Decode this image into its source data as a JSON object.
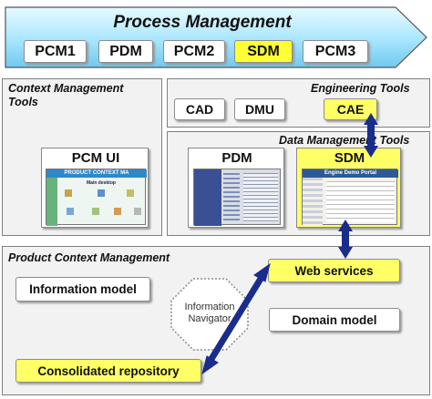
{
  "process": {
    "title": "Process Management",
    "items": [
      "PCM1",
      "PDM",
      "PCM2",
      "SDM",
      "PCM3"
    ],
    "highlight_color": "#ffff33"
  },
  "context": {
    "title_line1": "Context Management",
    "title_line2": "Tools",
    "pcm_ui_label": "PCM UI",
    "screen_banner": "PRODUCT CONTEXT MA",
    "screen_subtitle": "Main desktop"
  },
  "engineering": {
    "title": "Engineering Tools",
    "items": [
      "CAD",
      "DMU",
      "CAE"
    ]
  },
  "data_management": {
    "title": "Data Management Tools",
    "items": [
      "PDM",
      "SDM"
    ],
    "sdm_screen_banner": "Engine Demo Portal"
  },
  "product_context": {
    "title": "Product Context Management",
    "web_services": "Web services",
    "information_model": "Information model",
    "domain_model": "Domain model",
    "consolidated_repository": "Consolidated repository",
    "navigator_line1": "Information",
    "navigator_line2": "Navigator"
  },
  "colors": {
    "arrow": "#1a2d8c",
    "yellow": "#ffff66",
    "panel": "#f2f2f2"
  }
}
